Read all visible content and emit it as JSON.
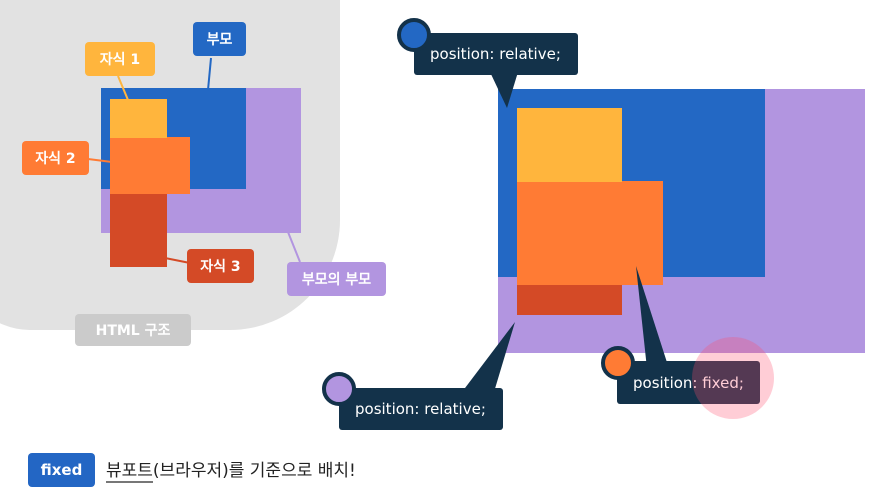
{
  "colors": {
    "parent": "#2368c4",
    "grandparent": "#b295e0",
    "child1": "#ffb53d",
    "child2": "#ff7b34",
    "child3": "#d44a26",
    "html_bg": "#e2e2e2",
    "callout_bg": "#13324a",
    "highlight": "#ff4d6d"
  },
  "left_diagram": {
    "labels": {
      "child1": "자식 1",
      "child2": "자식 2",
      "child3": "자식 3",
      "parent": "부모",
      "grandparent": "부모의 부모",
      "html": "HTML 구조"
    }
  },
  "right_diagram": {
    "callouts": {
      "parent": "position: relative;",
      "grandparent": "position: relative;",
      "child": "position: fixed;"
    }
  },
  "footer": {
    "badge": "fixed",
    "caption_underlined": "뷰포트",
    "caption_rest": "(브라우저)를 기준으로 배치!"
  }
}
